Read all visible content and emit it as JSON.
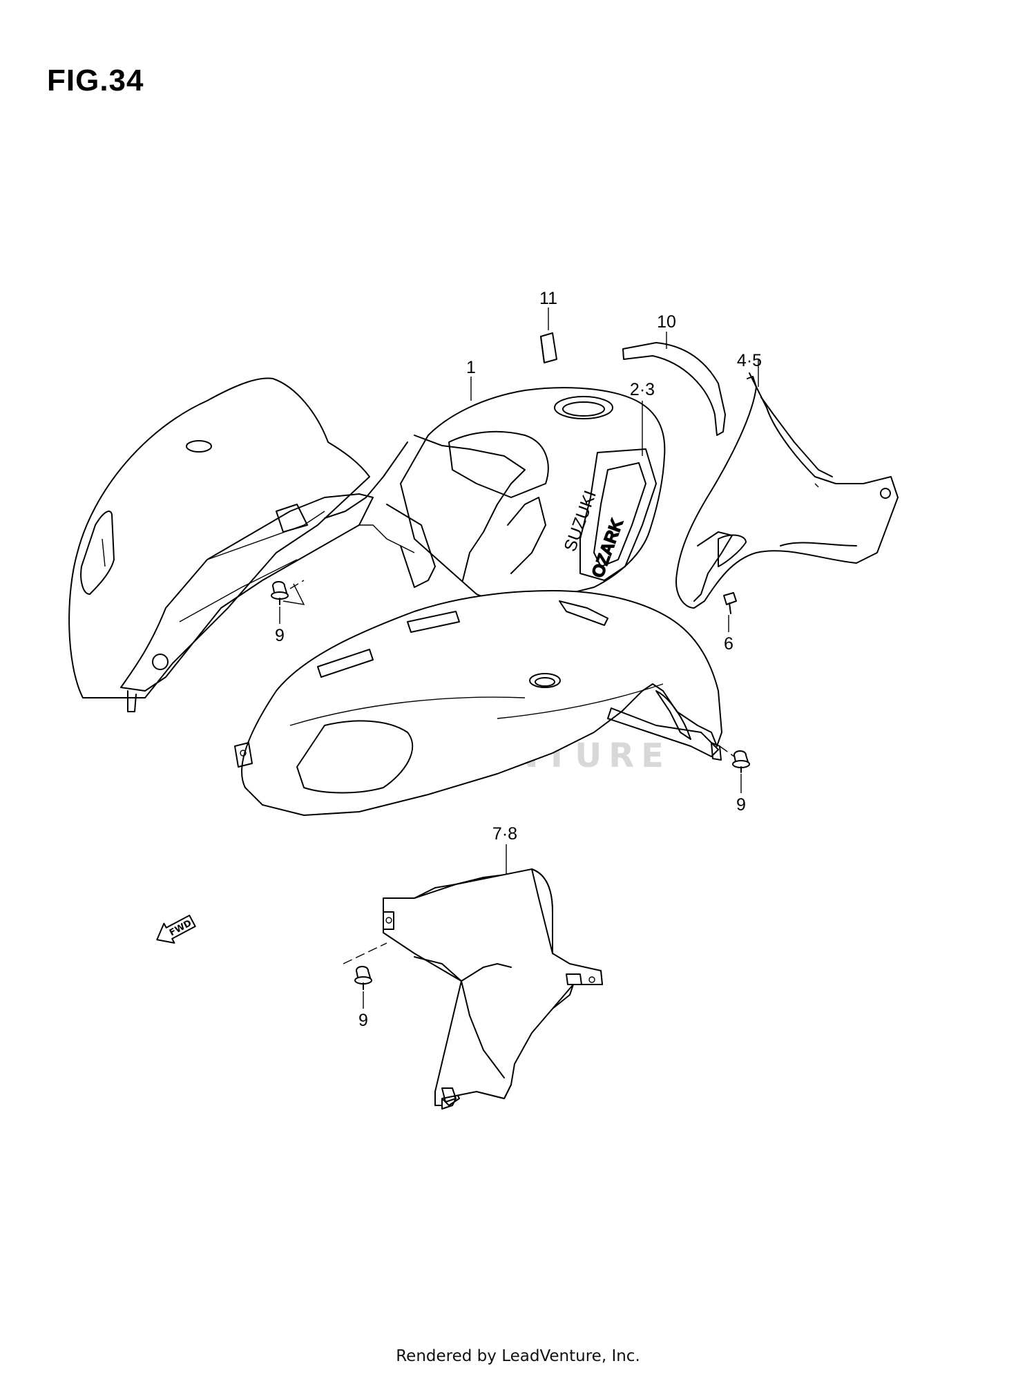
{
  "figure": {
    "title": "FIG.34"
  },
  "callouts": {
    "c1": "1",
    "c2_3": "2·3",
    "c4_5": "4·5",
    "c6": "6",
    "c7_8": "7·8",
    "c9_left": "9",
    "c9_right": "9",
    "c9_bottom": "9",
    "c10": "10",
    "c11": "11"
  },
  "direction": {
    "label": "FWD"
  },
  "decal": {
    "brand": "SUZUKI",
    "model": "OZARK"
  },
  "watermark": {
    "text": "LEADVENTURE"
  },
  "footer": {
    "text": "Rendered by LeadVenture, Inc."
  }
}
